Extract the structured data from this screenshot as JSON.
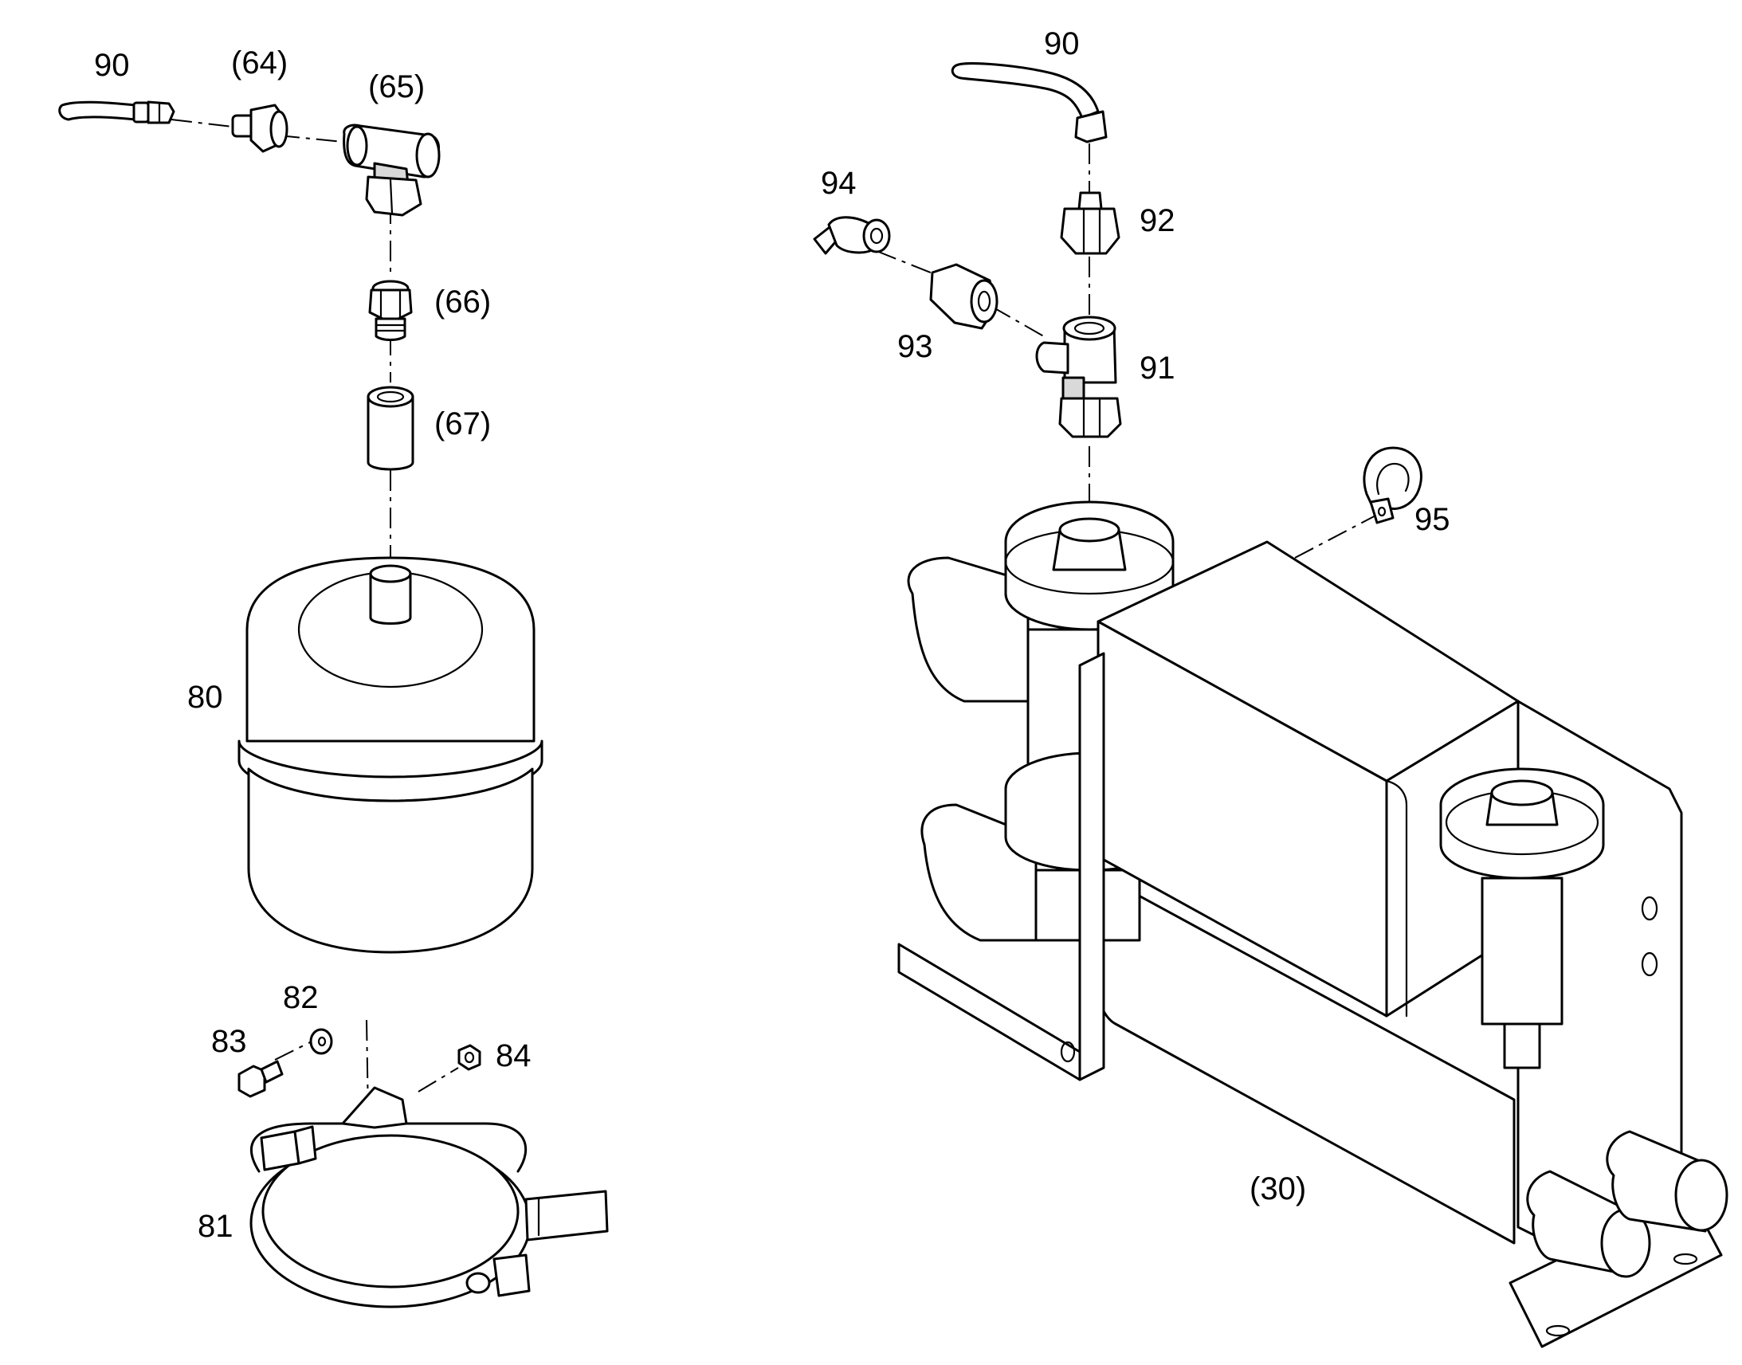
{
  "labels": {
    "l90a": "90",
    "l64": "(64)",
    "l65": "(65)",
    "l66": "(66)",
    "l67": "(67)",
    "l80": "80",
    "l82": "82",
    "l83": "83",
    "l84": "84",
    "l81": "81",
    "l90b": "90",
    "l94": "94",
    "l92": "92",
    "l93": "93",
    "l91": "91",
    "l95": "95",
    "l30": "(30)"
  },
  "colors": {
    "line": "#000000",
    "background": "#ffffff",
    "shade": "#d9d9d9"
  }
}
